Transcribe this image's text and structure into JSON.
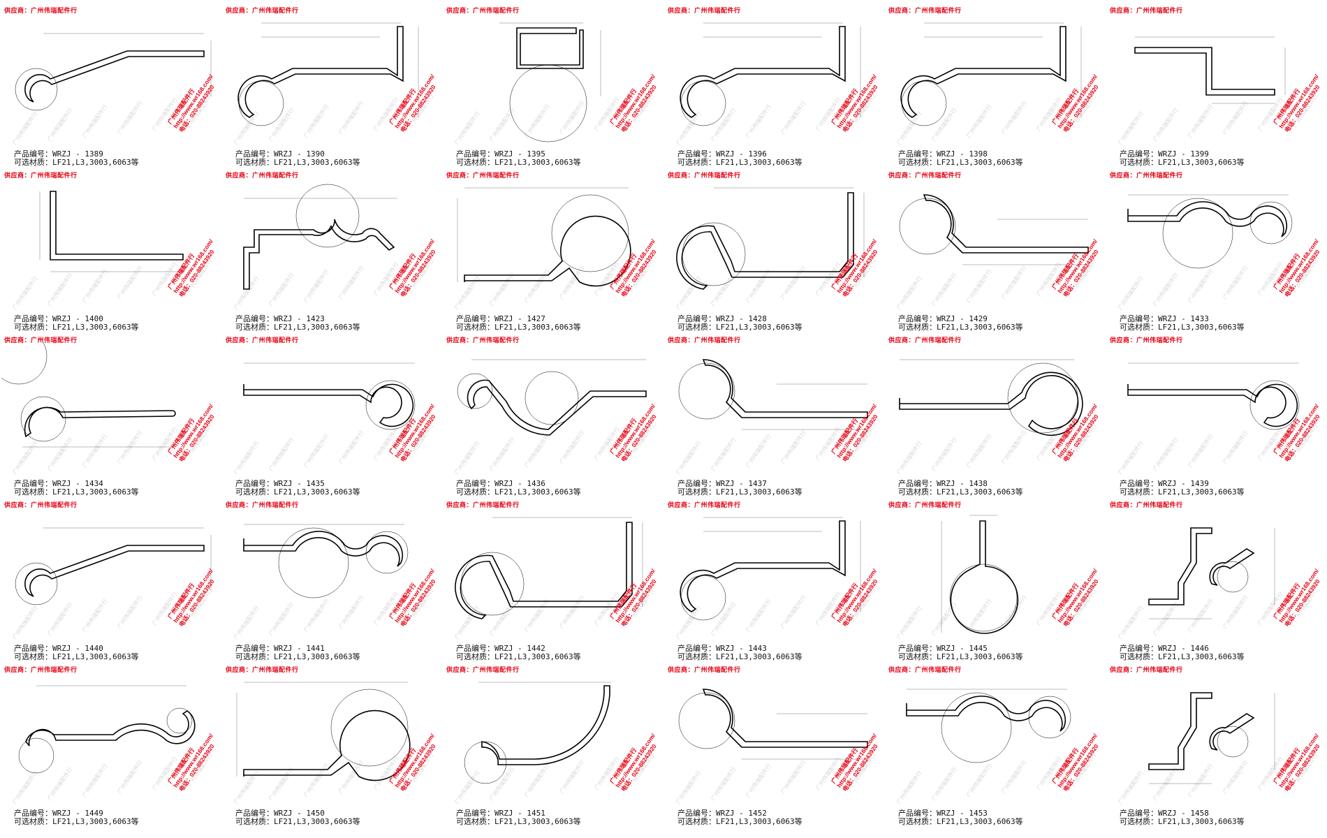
{
  "supplier_label": "供应商：广州伟瑞配件行",
  "code_prefix": "产品编号：WRZJ - ",
  "material_label": "可选材质：LF21,L3,3003,6063等",
  "stamp": {
    "line1": "广州伟瑞配件行",
    "line2": "http://www.wr168.com/",
    "line3": "电话：020-88243920"
  },
  "watermark": "广州伟瑞配件行",
  "colors": {
    "accent": "#e60012",
    "line": "#000000",
    "dim": "#555555"
  },
  "products": [
    {
      "code": "1389",
      "shape": "s-arm"
    },
    {
      "code": "1390",
      "shape": "tube-step"
    },
    {
      "code": "1395",
      "shape": "clip-tube"
    },
    {
      "code": "1396",
      "shape": "tube-step"
    },
    {
      "code": "1398",
      "shape": "tube-step"
    },
    {
      "code": "1399",
      "shape": "z-plate"
    },
    {
      "code": "1400",
      "shape": "l-plate"
    },
    {
      "code": "1423",
      "shape": "wave"
    },
    {
      "code": "1427",
      "shape": "big-tube"
    },
    {
      "code": "1428",
      "shape": "u-channel"
    },
    {
      "code": "1429",
      "shape": "tube-flat"
    },
    {
      "code": "1433",
      "shape": "double-tube"
    },
    {
      "code": "1434",
      "shape": "detail-arm"
    },
    {
      "code": "1435",
      "shape": "tube-right"
    },
    {
      "code": "1436",
      "shape": "v-wave"
    },
    {
      "code": "1437",
      "shape": "tube-flat"
    },
    {
      "code": "1438",
      "shape": "flat-tube"
    },
    {
      "code": "1439",
      "shape": "tube-right"
    },
    {
      "code": "1440",
      "shape": "s-arm"
    },
    {
      "code": "1441",
      "shape": "double-tube"
    },
    {
      "code": "1442",
      "shape": "u-channel"
    },
    {
      "code": "1443",
      "shape": "tube-step"
    },
    {
      "code": "1445",
      "shape": "riser-tube"
    },
    {
      "code": "1446",
      "shape": "complex"
    },
    {
      "code": "1449",
      "shape": "s-curve"
    },
    {
      "code": "1450",
      "shape": "big-tube"
    },
    {
      "code": "1451",
      "shape": "j-curve"
    },
    {
      "code": "1452",
      "shape": "tube-flat"
    },
    {
      "code": "1453",
      "shape": "double-tube"
    },
    {
      "code": "1458",
      "shape": "complex"
    }
  ]
}
